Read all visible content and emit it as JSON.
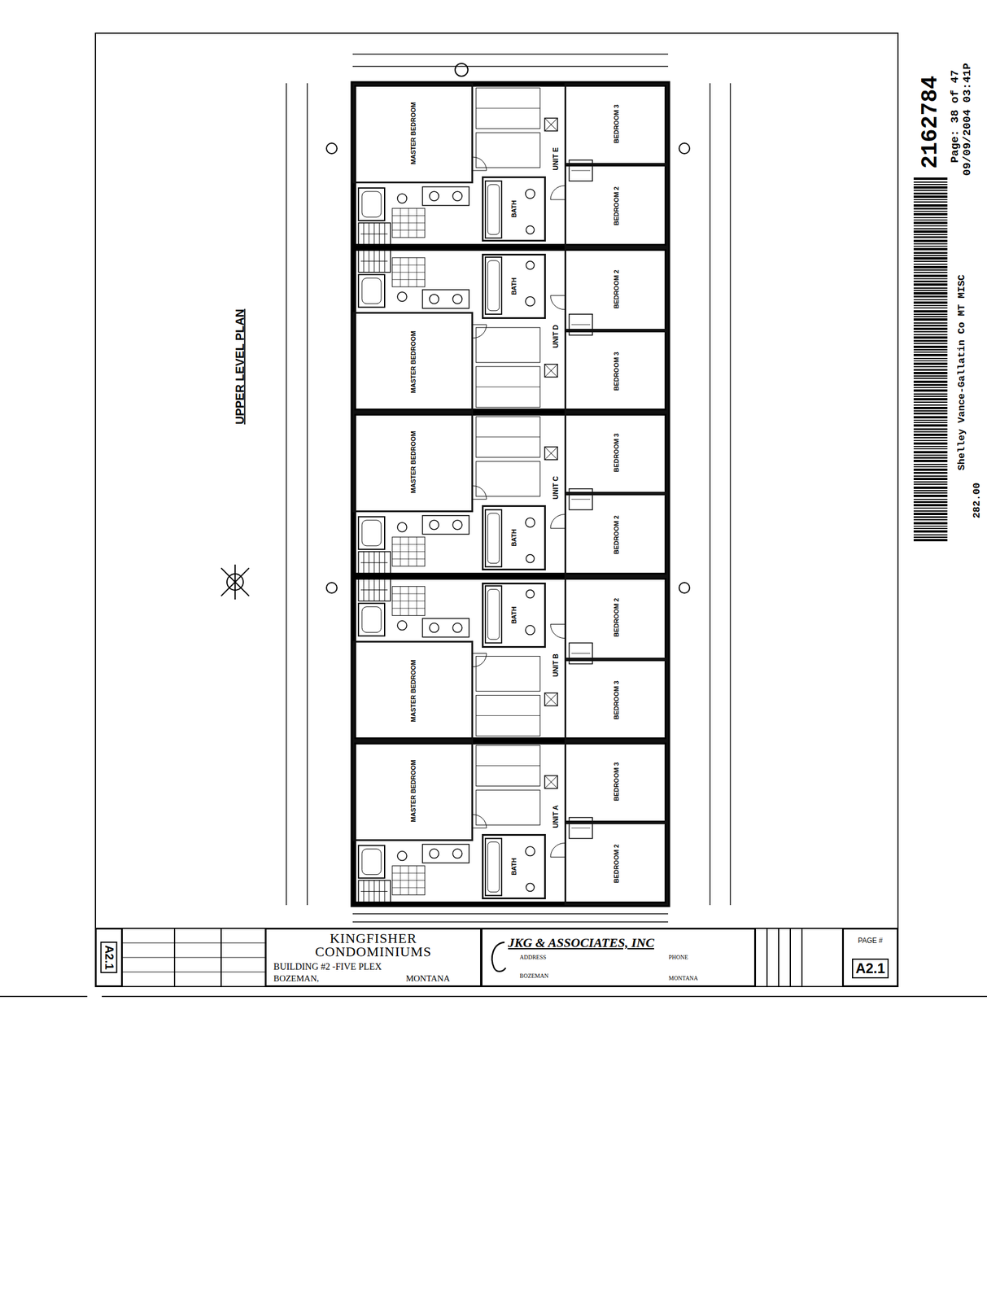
{
  "diagram": {
    "nodes": [
      {
        "text": [
          "UNIT E"
        ]
      },
      {
        "text": [
          "MASTER BEDROOM"
        ],
        "in": 0
      },
      {
        "text": [
          "BATH"
        ],
        "in": 0
      },
      {
        "text": [
          "BEDROOM 3"
        ],
        "in": 0
      },
      {
        "text": [
          "BEDROOM 2"
        ],
        "in": 0
      },
      {
        "text": [
          "UNIT D"
        ]
      },
      {
        "text": [
          "MASTER BEDROOM"
        ],
        "in": 5
      },
      {
        "text": [
          "BATH"
        ],
        "in": 5
      },
      {
        "text": [
          "BEDROOM 3"
        ],
        "in": 5
      },
      {
        "text": [
          "BEDROOM 2"
        ],
        "in": 5
      },
      {
        "text": [
          "UNIT C"
        ]
      },
      {
        "text": [
          "MASTER BEDROOM"
        ],
        "in": 10
      },
      {
        "text": [
          "BATH"
        ],
        "in": 10
      },
      {
        "text": [
          "BEDROOM 3"
        ],
        "in": 10
      },
      {
        "text": [
          "BEDROOM 2"
        ],
        "in": 10
      },
      {
        "text": [
          "UNIT B"
        ]
      },
      {
        "text": [
          "MASTER BEDROOM"
        ],
        "in": 15
      },
      {
        "text": [
          "BATH"
        ],
        "in": 15
      },
      {
        "text": [
          "BEDROOM 3"
        ],
        "in": 15
      },
      {
        "text": [
          "BEDROOM 2"
        ],
        "in": 15
      },
      {
        "text": [
          "UNIT A"
        ]
      },
      {
        "text": [
          "MASTER BEDROOM"
        ],
        "in": 20
      },
      {
        "text": [
          "BATH"
        ],
        "in": 20
      },
      {
        "text": [
          "BEDROOM 3"
        ],
        "in": 20
      },
      {
        "text": [
          "BEDROOM 2"
        ],
        "in": 20
      },
      {
        "text": [
          "A2.1"
        ]
      },
      {
        "text": [
          "KINGFISHER CONDOMINIUMS",
          "BUILDING #2 -FIVE PLEX",
          "BOZEMAN,",
          "MONTANA"
        ]
      },
      {
        "text": [
          "JKG & ASSOCIATES, INC",
          "ADDRESS",
          "BOZEMAN",
          "PHONE",
          "MONTANA"
        ]
      },
      {
        "text": [
          "PAGE #",
          "A2.1"
        ]
      }
    ],
    "labels": [
      "UPPER LEVEL PLAN",
      "2162784",
      "Page: 38 of 47",
      "09/09/2004 03:41P",
      "Shelley Vance-Gallatin Co MT MISC",
      "282.00"
    ]
  }
}
